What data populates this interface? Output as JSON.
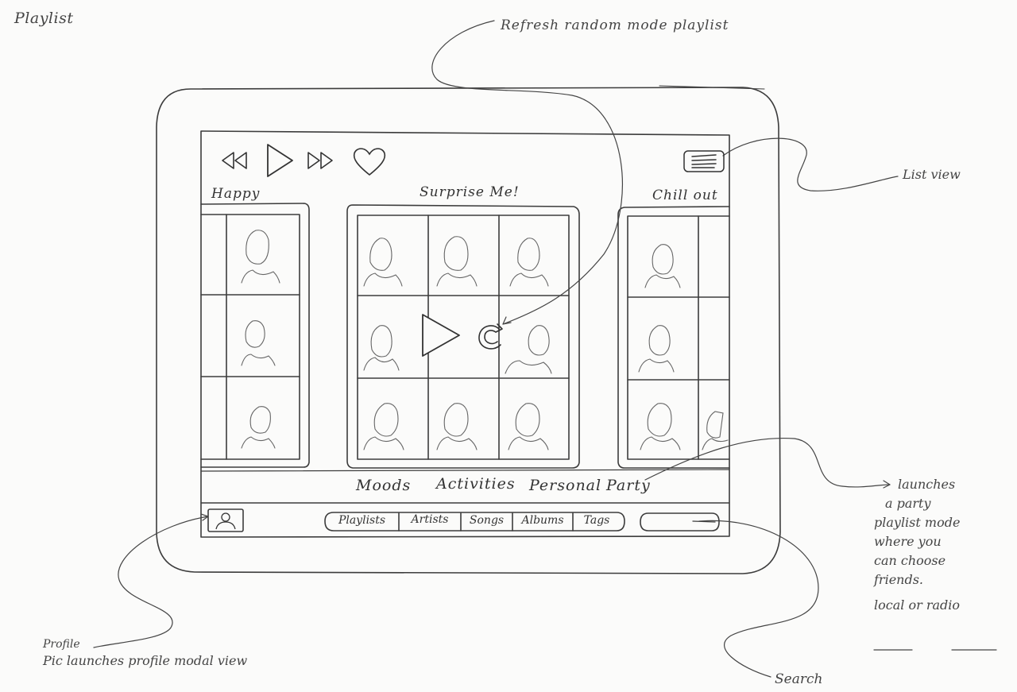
{
  "page": {
    "title": "Playlist"
  },
  "annotations": {
    "refresh": "Refresh random mode playlist",
    "list_view": "List view",
    "party_lines": [
      "launches",
      "a party",
      "playlist mode",
      "where you",
      "can choose",
      "friends."
    ],
    "party_local": "local",
    "party_or": "or",
    "party_radio": "radio",
    "profile_line1": "Profile",
    "profile_line2": "Pic launches profile modal view",
    "search": "Search"
  },
  "player": {
    "controls": [
      "rewind-icon",
      "play-icon",
      "fast-forward-icon",
      "heart-icon"
    ],
    "menu_icon": "list-view-icon"
  },
  "carousel": {
    "left": "Happy",
    "center": "Surprise Me!",
    "right": "Chill out"
  },
  "categories": [
    "Moods",
    "Activities",
    "Personal",
    "Party"
  ],
  "tabs": [
    "Playlists",
    "Artists",
    "Songs",
    "Albums",
    "Tags"
  ],
  "search": {
    "placeholder": ""
  },
  "colors": {
    "pencil": "#3a3a3a",
    "paper": "#fbfbfa"
  }
}
